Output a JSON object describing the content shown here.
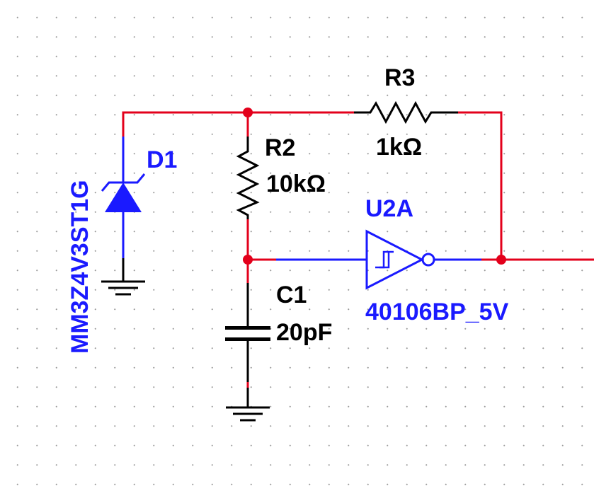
{
  "components": {
    "d1": {
      "ref": "D1",
      "part": "MM3Z4V3ST1G"
    },
    "r2": {
      "ref": "R2",
      "value": "10kΩ"
    },
    "r3": {
      "ref": "R3",
      "value": "1kΩ"
    },
    "c1": {
      "ref": "C1",
      "value": "20pF"
    },
    "u2a": {
      "ref": "U2A",
      "part": "40106BP_5V"
    }
  },
  "colors": {
    "wire": "#e3001b",
    "component_body": "#000000",
    "ic_symbol": "#1a1aff",
    "label_blue": "#1a1aff",
    "label_black": "#000000",
    "junction": "#e3001b"
  }
}
